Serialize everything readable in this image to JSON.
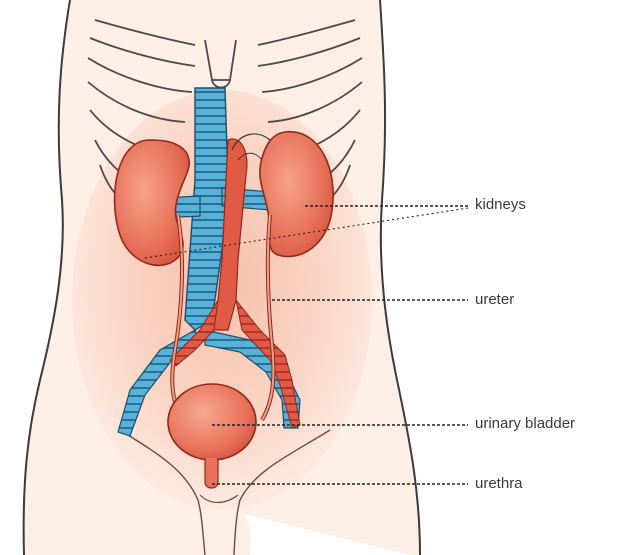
{
  "labels": {
    "kidneys": "kidneys",
    "ureter": "ureter",
    "bladder": "urinary bladder",
    "urethra": "urethra"
  },
  "colors": {
    "skin": "#fbe3d6",
    "skin_shade": "#f2a892",
    "kidney": "#e8715a",
    "kidney_light": "#f39a82",
    "vessel_blue": "#4aa3cf",
    "vessel_red": "#e05a45",
    "outline": "#3b3b3b",
    "leader": "#222222"
  },
  "icons": [
    "torso-illustration",
    "ribcage",
    "kidney-left",
    "kidney-right",
    "aorta",
    "vena-cava",
    "ureter-left",
    "ureter-right",
    "urinary-bladder",
    "urethra"
  ]
}
